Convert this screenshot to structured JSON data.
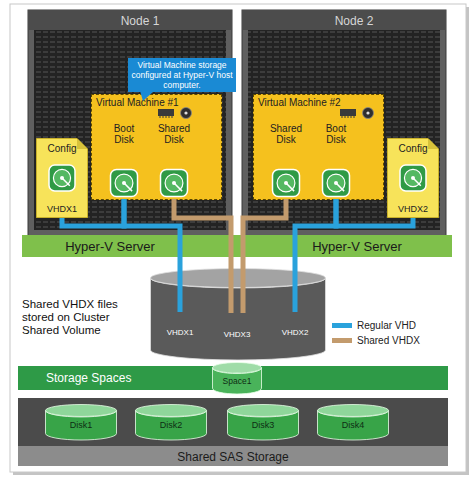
{
  "diagram": {
    "nodes": [
      {
        "text": [
          "Node 1"
        ]
      },
      {
        "text": [
          "Virtual Machine storage configured at Hyper-V host computer."
        ],
        "in": 0
      },
      {
        "text": [
          "Virtual Machine #1"
        ],
        "in": 0
      },
      {
        "text": [
          "Boot Disk"
        ],
        "in": 2
      },
      {
        "text": [
          "Shared Disk"
        ],
        "in": 2
      },
      {
        "text": [
          "Config",
          "VHDX1"
        ],
        "in": 0
      },
      {
        "text": [
          "Hyper-V Server"
        ],
        "in": 0
      },
      {
        "text": [
          "Node 2"
        ]
      },
      {
        "text": [
          "Virtual Machine #2"
        ],
        "in": 7
      },
      {
        "text": [
          "Shared Disk"
        ],
        "in": 8
      },
      {
        "text": [
          "Boot Disk"
        ],
        "in": 8
      },
      {
        "text": [
          "Config",
          "VHDX2"
        ],
        "in": 7
      },
      {
        "text": [
          "Hyper-V Server"
        ],
        "in": 7
      },
      {
        "text": [
          "Shared VHDX files stored on Cluster Shared Volume"
        ]
      },
      {
        "text": [
          "VHDX1"
        ],
        "in": 13
      },
      {
        "text": [
          "VHDX3"
        ],
        "in": 13
      },
      {
        "text": [
          "VHDX2"
        ],
        "in": 13
      },
      {
        "text": [
          "Storage Spaces"
        ]
      },
      {
        "text": [
          "Space1"
        ],
        "in": 17
      },
      {
        "text": [
          "Shared SAS Storage"
        ]
      },
      {
        "text": [
          "Disk1"
        ],
        "in": 19
      },
      {
        "text": [
          "Disk2"
        ],
        "in": 19
      },
      {
        "text": [
          "Disk3"
        ],
        "in": 19
      },
      {
        "text": [
          "Disk4"
        ],
        "in": 19
      }
    ],
    "edges": [
      {
        "from": 5,
        "to": 3,
        "arrow": "none"
      },
      {
        "from": 3,
        "to": 14,
        "arrow": "none"
      },
      {
        "from": 4,
        "to": 15,
        "arrow": "none"
      },
      {
        "from": 9,
        "to": 15,
        "arrow": "none"
      },
      {
        "from": 10,
        "to": 16,
        "arrow": "none"
      },
      {
        "from": 11,
        "to": 10,
        "arrow": "none"
      }
    ],
    "legend": [
      {
        "text": "Regular VHD",
        "color": "#2aa2dc"
      },
      {
        "text": "Shared VHDX",
        "color": "#c39b6d"
      }
    ]
  }
}
